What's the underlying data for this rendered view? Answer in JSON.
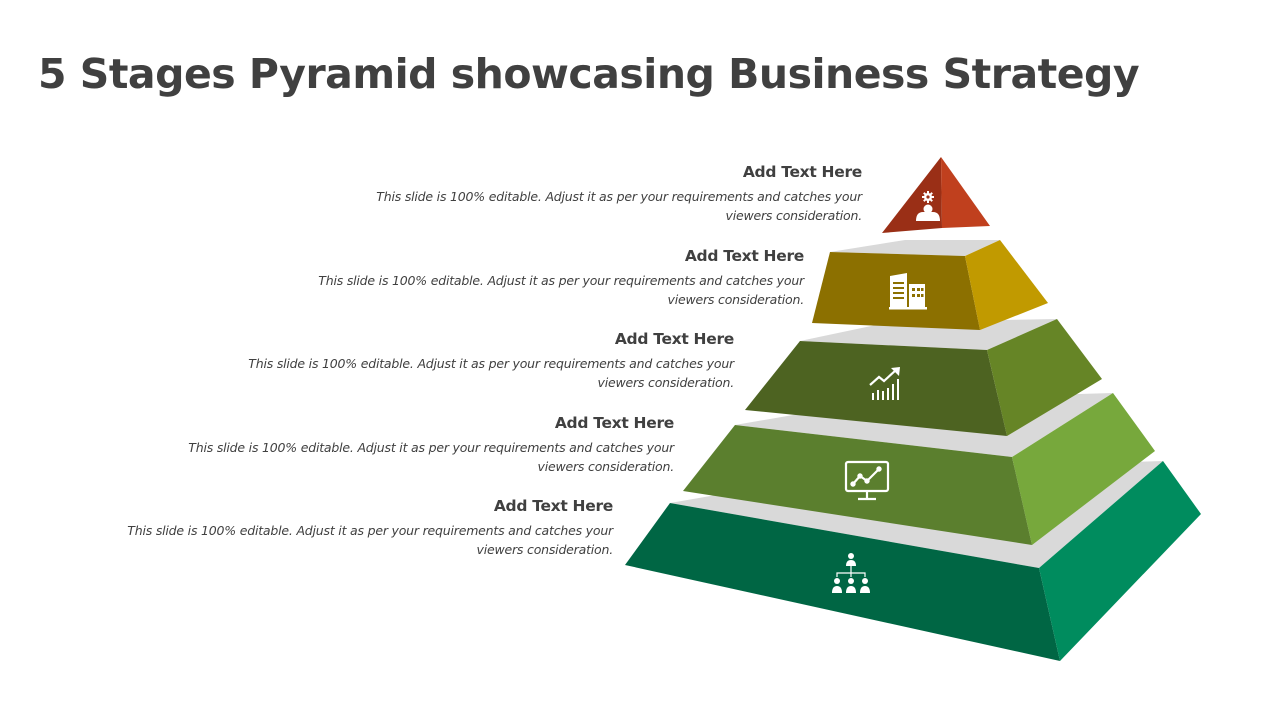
{
  "slide": {
    "title": "5 Stages Pyramid showcasing Business Strategy"
  },
  "colors": {
    "tier1_front": "#9A2F16",
    "tier1_side": "#C0401E",
    "tier2_front": "#8C7000",
    "tier2_side": "#C19A00",
    "tier3_front": "#4D6321",
    "tier3_side": "#668526",
    "tier4_front": "#5B7F2E",
    "tier4_side": "#77A83C",
    "tier5_front": "#006644",
    "tier5_side": "#008C5E",
    "band": "#D9D9D9",
    "text": "#404040"
  },
  "stages": [
    {
      "heading": "Add Text Here",
      "line1": "This slide is 100% editable. Adjust it as per your requirements and catches your",
      "line2": "viewers consideration.",
      "icon": "user-gear-icon"
    },
    {
      "heading": "Add Text Here",
      "line1": "This slide is 100% editable. Adjust it as per your requirements and catches your",
      "line2": "viewers consideration.",
      "icon": "building-icon"
    },
    {
      "heading": "Add Text Here",
      "line1": "This slide is 100% editable. Adjust it as per your requirements and catches your",
      "line2": "viewers consideration.",
      "icon": "growth-chart-icon"
    },
    {
      "heading": "Add Text Here",
      "line1": "This slide is 100% editable. Adjust it as per your requirements and catches your",
      "line2": "viewers consideration.",
      "icon": "monitor-chart-icon"
    },
    {
      "heading": "Add Text Here",
      "line1": "This slide is 100% editable. Adjust it as per your requirements and catches your",
      "line2": "viewers consideration.",
      "icon": "org-hierarchy-icon"
    }
  ]
}
